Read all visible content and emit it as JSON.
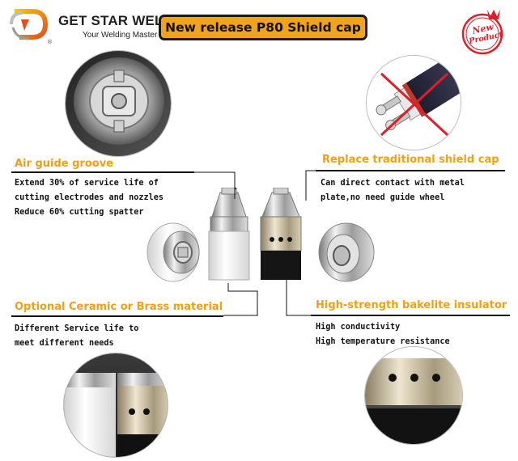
{
  "brand": {
    "name": "GET STAR WELD",
    "tagline": "Your Welding Master",
    "registered": "®"
  },
  "banner": {
    "title": "New release P80 Shield cap"
  },
  "badge": {
    "line1": "New",
    "line2": "Product"
  },
  "sections": {
    "air_guide": {
      "heading": "Air guide groove",
      "lines": [
        "Extend 30% of service life of",
        "cutting electrodes and nozzles",
        "Reduce 60% cutting spatter"
      ]
    },
    "replace": {
      "heading": "Replace traditional shield cap",
      "lines": [
        "Can direct contact with metal",
        "plate,no need guide wheel"
      ]
    },
    "material": {
      "heading": "Optional Ceramic or Brass material",
      "lines": [
        "Different Service life to",
        "meet different needs"
      ]
    },
    "insulator": {
      "heading": "High-strength bakelite insulator",
      "lines": [
        "High conductivity",
        "High temperature resistance"
      ]
    }
  },
  "colors": {
    "accent": "#f0a012",
    "banner_bg": "#f2a31b",
    "badge_red": "#e01e2a",
    "text": "#111111"
  },
  "icons": {
    "logo": "getstar-logo-icon",
    "badge": "new-product-badge-icon",
    "cross": "red-cross-icon"
  }
}
